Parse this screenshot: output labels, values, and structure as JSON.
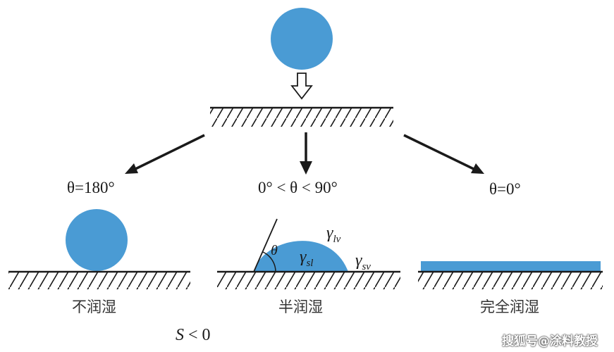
{
  "colors": {
    "droplet": "#4a9bd4",
    "line": "#1a1a1a"
  },
  "top": {
    "arrow_icon": "hollow-down-arrow"
  },
  "cases": [
    {
      "angle_label": "θ=180°",
      "caption": "不润湿"
    },
    {
      "angle_label": "0° < θ < 90°",
      "caption": "半润湿"
    },
    {
      "angle_label": "θ=0°",
      "caption": "完全润湿"
    }
  ],
  "symbols": {
    "theta": "θ",
    "gamma": "γ",
    "lv_sub": "lv",
    "sl_sub": "sl",
    "sv_sub": "sv"
  },
  "spreading": {
    "S": "S",
    "rest": " < 0"
  },
  "watermark": "搜狐号@涂料教授"
}
